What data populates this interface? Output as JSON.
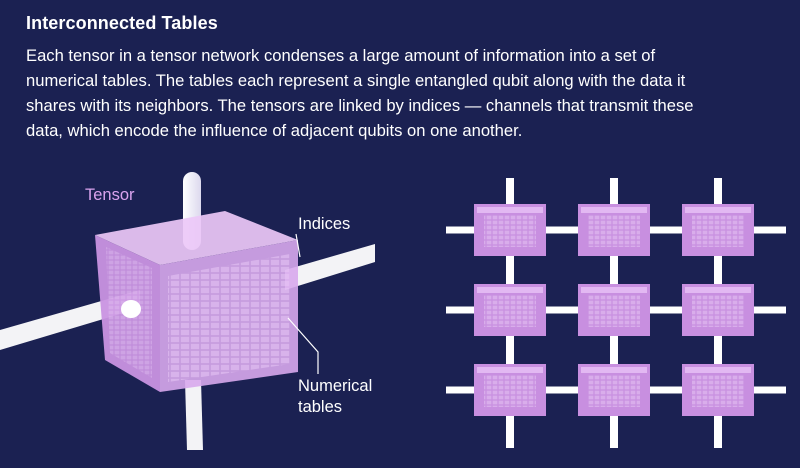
{
  "heading": "Interconnected Tables",
  "paragraph_lines": [
    "Each tensor in a tensor network condenses a large amount of information into a set of",
    "numerical tables. The tables each represent a single entangled qubit along with the data it",
    "shares with its neighbors. The tensors are linked by indices — channels that transmit these",
    "data, which encode the influence of adjacent qubits on one another."
  ],
  "labels": {
    "tensor": "Tensor",
    "indices": "Indices",
    "numerical_line1": "Numerical",
    "numerical_line2": "tables"
  },
  "network": {
    "rows": 3,
    "cols": 3
  },
  "colors": {
    "background": "#1b2152",
    "tensor_fill": "#d7a6ec",
    "tensor_label": "#d9a3ee",
    "index_channel": "#ffffff",
    "text": "#ffffff"
  }
}
